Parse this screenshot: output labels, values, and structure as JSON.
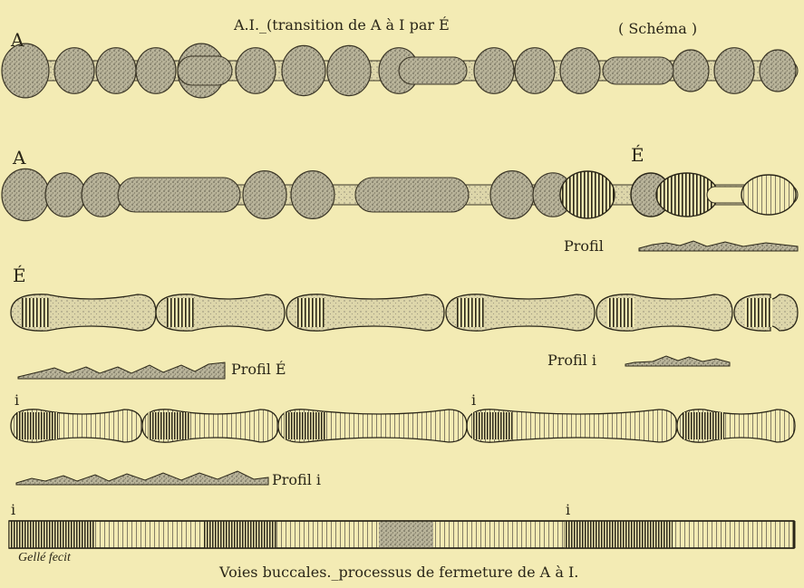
{
  "title": "A.I._(transition de A à I par É",
  "schema_note": "( Schéma )",
  "rows": [
    {
      "label": "A",
      "type": "stippled"
    },
    {
      "label": "A",
      "type": "stippled-to-striped",
      "mid_label": "É"
    },
    {
      "label": "É",
      "type": "outlined-striped"
    },
    {
      "label": "i",
      "type": "outlined-dense",
      "mid_label": "i"
    },
    {
      "label": "i",
      "type": "band",
      "mid_label": "i"
    }
  ],
  "profiles": [
    {
      "text": "Profil"
    },
    {
      "text": "Profil É"
    },
    {
      "text": "Profil i"
    },
    {
      "text": "Profil i"
    }
  ],
  "signature": "Gellé fecit",
  "caption": "Voies buccales._processus de fermeture de A à I.",
  "colors": {
    "paper": "#f3ebb4",
    "ink": "#2a2618",
    "stipple": "#8a8572"
  }
}
